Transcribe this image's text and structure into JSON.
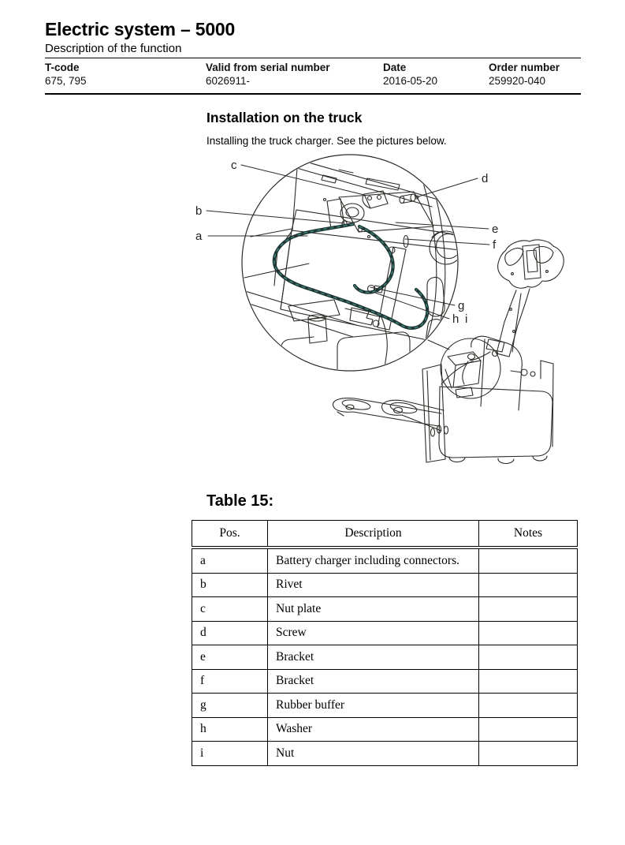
{
  "page": {
    "title": "Electric system – 5000",
    "subtitle": "Description of the function"
  },
  "info_bar": {
    "columns": [
      {
        "label": "T-code",
        "value": "675, 795"
      },
      {
        "label": "Valid from serial number",
        "value": "6026911-"
      },
      {
        "label": "Date",
        "value": "2016-05-20"
      },
      {
        "label": "Order number",
        "value": "259920-040"
      }
    ]
  },
  "section": {
    "heading": "Installation on the truck",
    "body": "Installing the truck charger. See the pictures below."
  },
  "figure": {
    "description": "Detail circle showing battery charger installation, with pallet truck overview",
    "labels": {
      "a": "a",
      "b": "b",
      "c": "c",
      "d": "d",
      "e": "e",
      "f": "f",
      "g": "g",
      "h": "h",
      "i": "i"
    }
  },
  "parts_table": {
    "caption": "Table 15:",
    "headers": [
      "Pos.",
      "Description",
      "Notes"
    ],
    "rows": [
      {
        "pos": "a",
        "description": "Battery charger including connectors.",
        "notes": ""
      },
      {
        "pos": "b",
        "description": "Rivet",
        "notes": ""
      },
      {
        "pos": "c",
        "description": "Nut plate",
        "notes": ""
      },
      {
        "pos": "d",
        "description": "Screw",
        "notes": ""
      },
      {
        "pos": "e",
        "description": "Bracket",
        "notes": ""
      },
      {
        "pos": "f",
        "description": "Bracket",
        "notes": ""
      },
      {
        "pos": "g",
        "description": "Rubber buffer",
        "notes": ""
      },
      {
        "pos": "h",
        "description": "Washer",
        "notes": ""
      },
      {
        "pos": "i",
        "description": "Nut",
        "notes": ""
      }
    ]
  }
}
